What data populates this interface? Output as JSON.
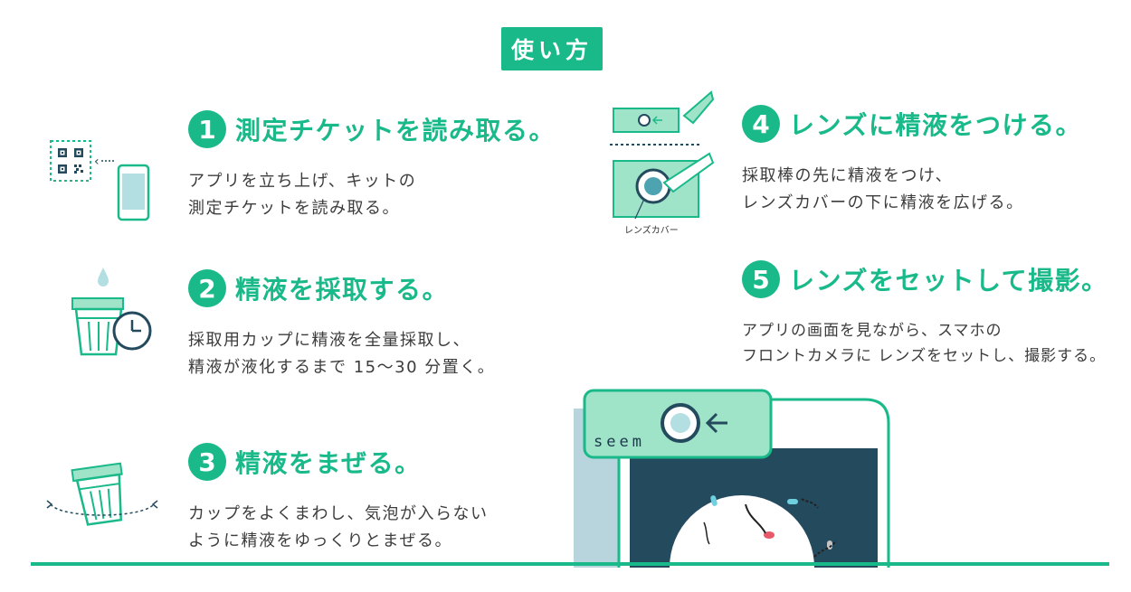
{
  "title": "使い方",
  "steps": [
    {
      "num": "1",
      "title": "測定チケットを読み取る。",
      "desc": "アプリを立ち上げ、キットの\n測定チケットを読み取る。"
    },
    {
      "num": "2",
      "title": "精液を採取する。",
      "desc": "採取用カップに精液を全量採取し、\n精液が液化するまで 15〜30 分置く。"
    },
    {
      "num": "3",
      "title": "精液をまぜる。",
      "desc": "カップをよくまわし、気泡が入らない\nように精液をゆっくりとまぜる。"
    },
    {
      "num": "4",
      "title": "レンズに精液をつける。",
      "desc": "採取棒の先に精液をつけ、\nレンズカバーの下に精液を広げる。"
    },
    {
      "num": "5",
      "title": "レンズをセットして撮影。",
      "desc": "アプリの画面を見ながら、スマホの\nフロントカメラに レンズをセットし、撮影する。"
    }
  ],
  "labels": {
    "lens_cover": "レンズカバー",
    "brand": "seem"
  },
  "icons": {
    "step1": "qr-scan-phone-icon",
    "step2": "cup-timer-icon",
    "step3": "cup-swirl-icon",
    "step4": "lens-cover-stick-icon",
    "step5": "phone-lens-icon"
  },
  "colors": {
    "accent": "#19b98a",
    "light_accent": "#9fe3c8",
    "dark": "#244a5e",
    "gray_blue": "#b8d4dc"
  }
}
